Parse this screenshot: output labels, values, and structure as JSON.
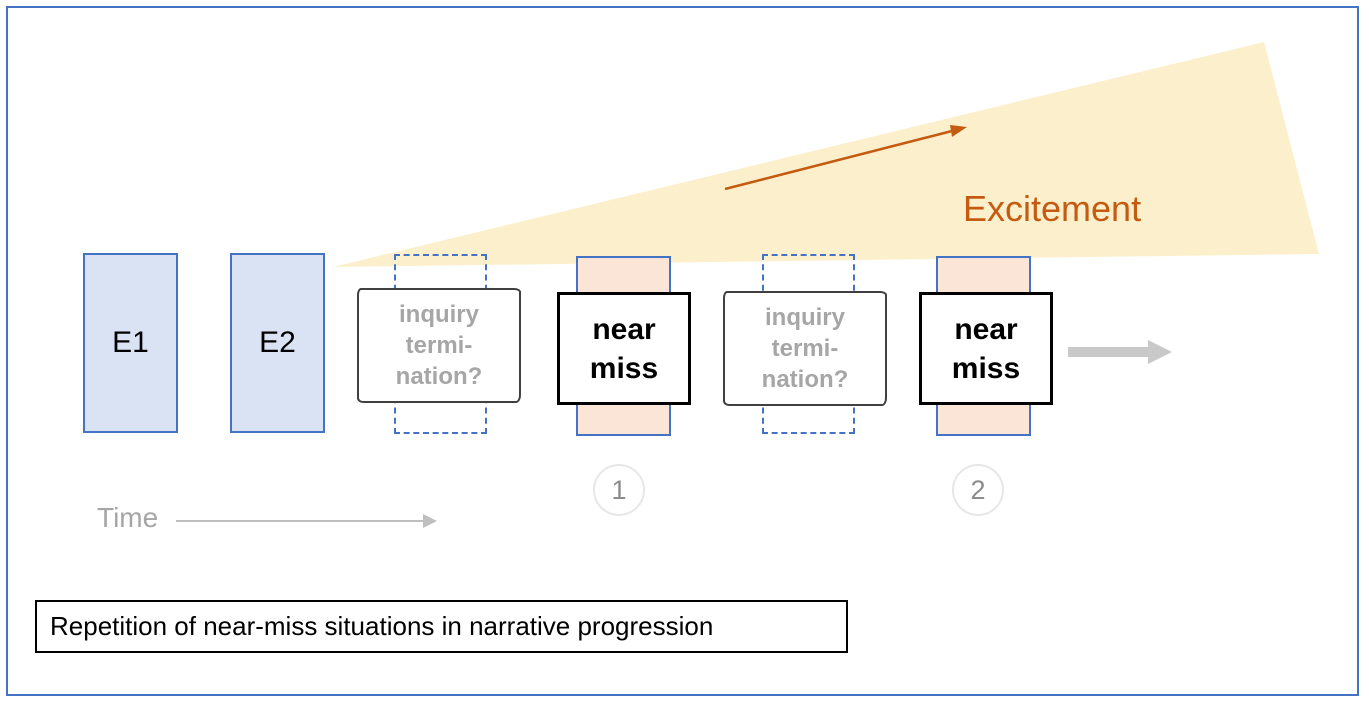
{
  "excitement_label": "Excitement",
  "time_label": "Time",
  "caption": "Repetition of near-miss situations in narrative progression",
  "events": [
    {
      "label": "E1"
    },
    {
      "label": "E2"
    }
  ],
  "inquiry_boxes": [
    {
      "lines": [
        "inquiry",
        "termi-",
        "nation?"
      ]
    },
    {
      "lines": [
        "inquiry",
        "termi-",
        "nation?"
      ]
    }
  ],
  "near_miss_boxes": [
    {
      "lines": [
        "near",
        "miss"
      ],
      "badge": "1"
    },
    {
      "lines": [
        "near",
        "miss"
      ],
      "badge": "2"
    }
  ],
  "colors": {
    "accent_blue": "#4472C4",
    "event_fill": "#DAE3F3",
    "peach_fill": "#FBE5D6",
    "wedge_yellow": "#FCF0CC",
    "orange_accent": "#C55A11",
    "gray_text": "#A6A6A6",
    "arrow_gray": "#C9C9C9",
    "sketch_border": "#404040"
  }
}
